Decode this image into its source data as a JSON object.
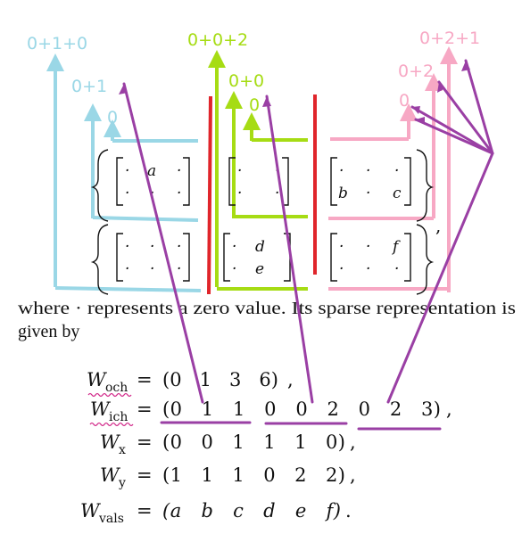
{
  "colors": {
    "cyan": "#9ad7e6",
    "green": "#a6dc14",
    "pink": "#f7a8c4",
    "red": "#e0252b",
    "purple": "#9a3fa4",
    "ink": "#111111",
    "squiggle": "#d22a8a"
  },
  "diagram": {
    "cyan_labels": [
      "0+1+0",
      "0+1",
      "0"
    ],
    "green_labels": [
      "0+0+2",
      "0+0",
      "0"
    ],
    "pink_labels": [
      "0+2+1",
      "0+2",
      "0"
    ],
    "top_row": {
      "left_block": [
        "·",
        "a",
        "·",
        "·",
        "·",
        "·"
      ],
      "mid_block": [
        "·",
        "·",
        "·",
        "·"
      ],
      "right_block": [
        "·",
        "·",
        "·",
        "b",
        "·",
        "c"
      ]
    },
    "bottom_row": {
      "left_block": [
        "·",
        "·",
        "·",
        "·",
        "·",
        "·"
      ],
      "mid_block": [
        "·",
        "d",
        "·",
        "e"
      ],
      "right_block": [
        "·",
        "·",
        "f",
        "·",
        "·",
        "·"
      ]
    },
    "trailing_comma": ","
  },
  "text": {
    "line1": "where · represents a zero value. Its sparse representation is",
    "line2": "given by"
  },
  "equations": {
    "och": {
      "W": "W",
      "sub": "och",
      "eq": "=",
      "vals": "(0   1   3   6)",
      "tail": ","
    },
    "ich": {
      "W": "W",
      "sub": "ich",
      "eq": "=",
      "vals": "(0   1   1   0   0   2   0   2   3)",
      "tail": ","
    },
    "x": {
      "W": "W",
      "sub": "x",
      "eq": "=",
      "vals": "(0   0   1   1   1   0)",
      "tail": ","
    },
    "y": {
      "W": "W",
      "sub": "y",
      "eq": "=",
      "vals": "(1   1   1   0   2   2)",
      "tail": ","
    },
    "vals": {
      "W": "W",
      "sub": "vals",
      "eq": "=",
      "vals": "(a   b   c   d   e   f)",
      "tail": "."
    }
  }
}
